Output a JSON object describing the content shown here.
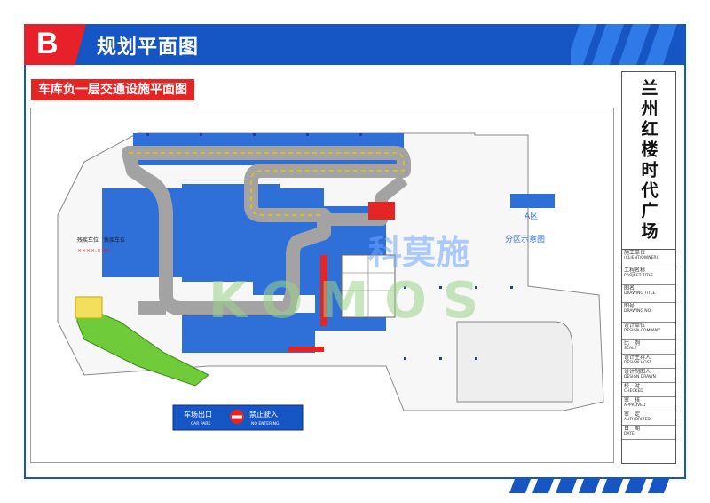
{
  "header": {
    "section_letter": "B",
    "title": "规划平面图"
  },
  "subtitle": "车库负一层交通设施平面图",
  "title_block": {
    "project_name": "兰州红楼时代广场",
    "rows": [
      {
        "zh": "施工单位",
        "en": "(CLIENT/OWNER)"
      },
      {
        "zh": "工程名称",
        "en": "PROJECT TITLE"
      },
      {
        "zh": "图名",
        "en": "DRAWING TITLE"
      },
      {
        "zh": "图号",
        "en": "DRAWING NO."
      },
      {
        "zh": "设计单位",
        "en": "DESIGN COMPANY"
      },
      {
        "zh": "比　例",
        "en": "SCALE"
      },
      {
        "zh": "设计主持人",
        "en": "DESIGN HOST"
      },
      {
        "zh": "设计制图人",
        "en": "DESIGN DRAWN"
      },
      {
        "zh": "校　对",
        "en": "CHECKED"
      },
      {
        "zh": "审　核",
        "en": "APPROVED"
      },
      {
        "zh": "审　定",
        "en": "AUTHORIZED"
      },
      {
        "zh": "日　期",
        "en": "DATE"
      }
    ]
  },
  "plan": {
    "zone_label": "A区",
    "zone_legend": "分区示意图",
    "disabled_label_1": "残疾车位",
    "disabled_label_2": "残疾车位",
    "red_note": "××××.××m",
    "watermark_cn": "科莫施",
    "watermark_en": "KOMOS"
  },
  "sign": {
    "exit_cn": "车场出口",
    "exit_en": "CAR PARK",
    "no_entry_cn": "禁止驶入",
    "no_entry_en": "NO ENTERING"
  },
  "colors": {
    "brand_blue": "#1656c4",
    "accent_red": "#e52424",
    "parking_blue": "#2f6fd8",
    "road_grey": "#a3a3a3",
    "ramp_green": "#6fcb3a"
  }
}
